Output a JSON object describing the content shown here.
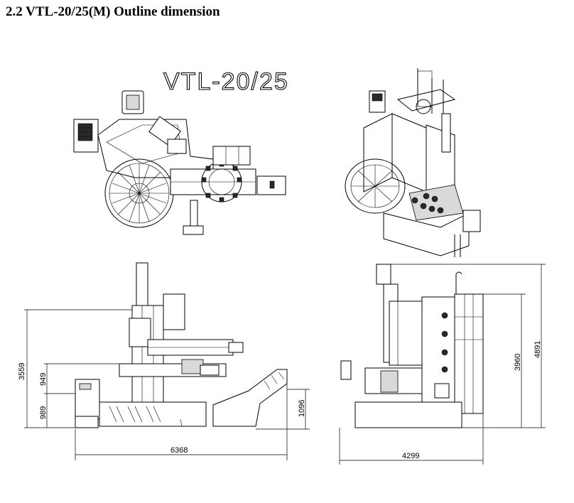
{
  "heading": "2.2 VTL-20/25(M) Outline dimension",
  "model_label": "VTL-20/25",
  "dimensions": {
    "front_overall_height": "3559",
    "front_table_height": "949",
    "front_base_height": "989",
    "front_right_height": "1096",
    "front_overall_width": "6368",
    "side_overall_height": "4891",
    "side_column_height": "3960",
    "side_overall_width": "4299"
  }
}
